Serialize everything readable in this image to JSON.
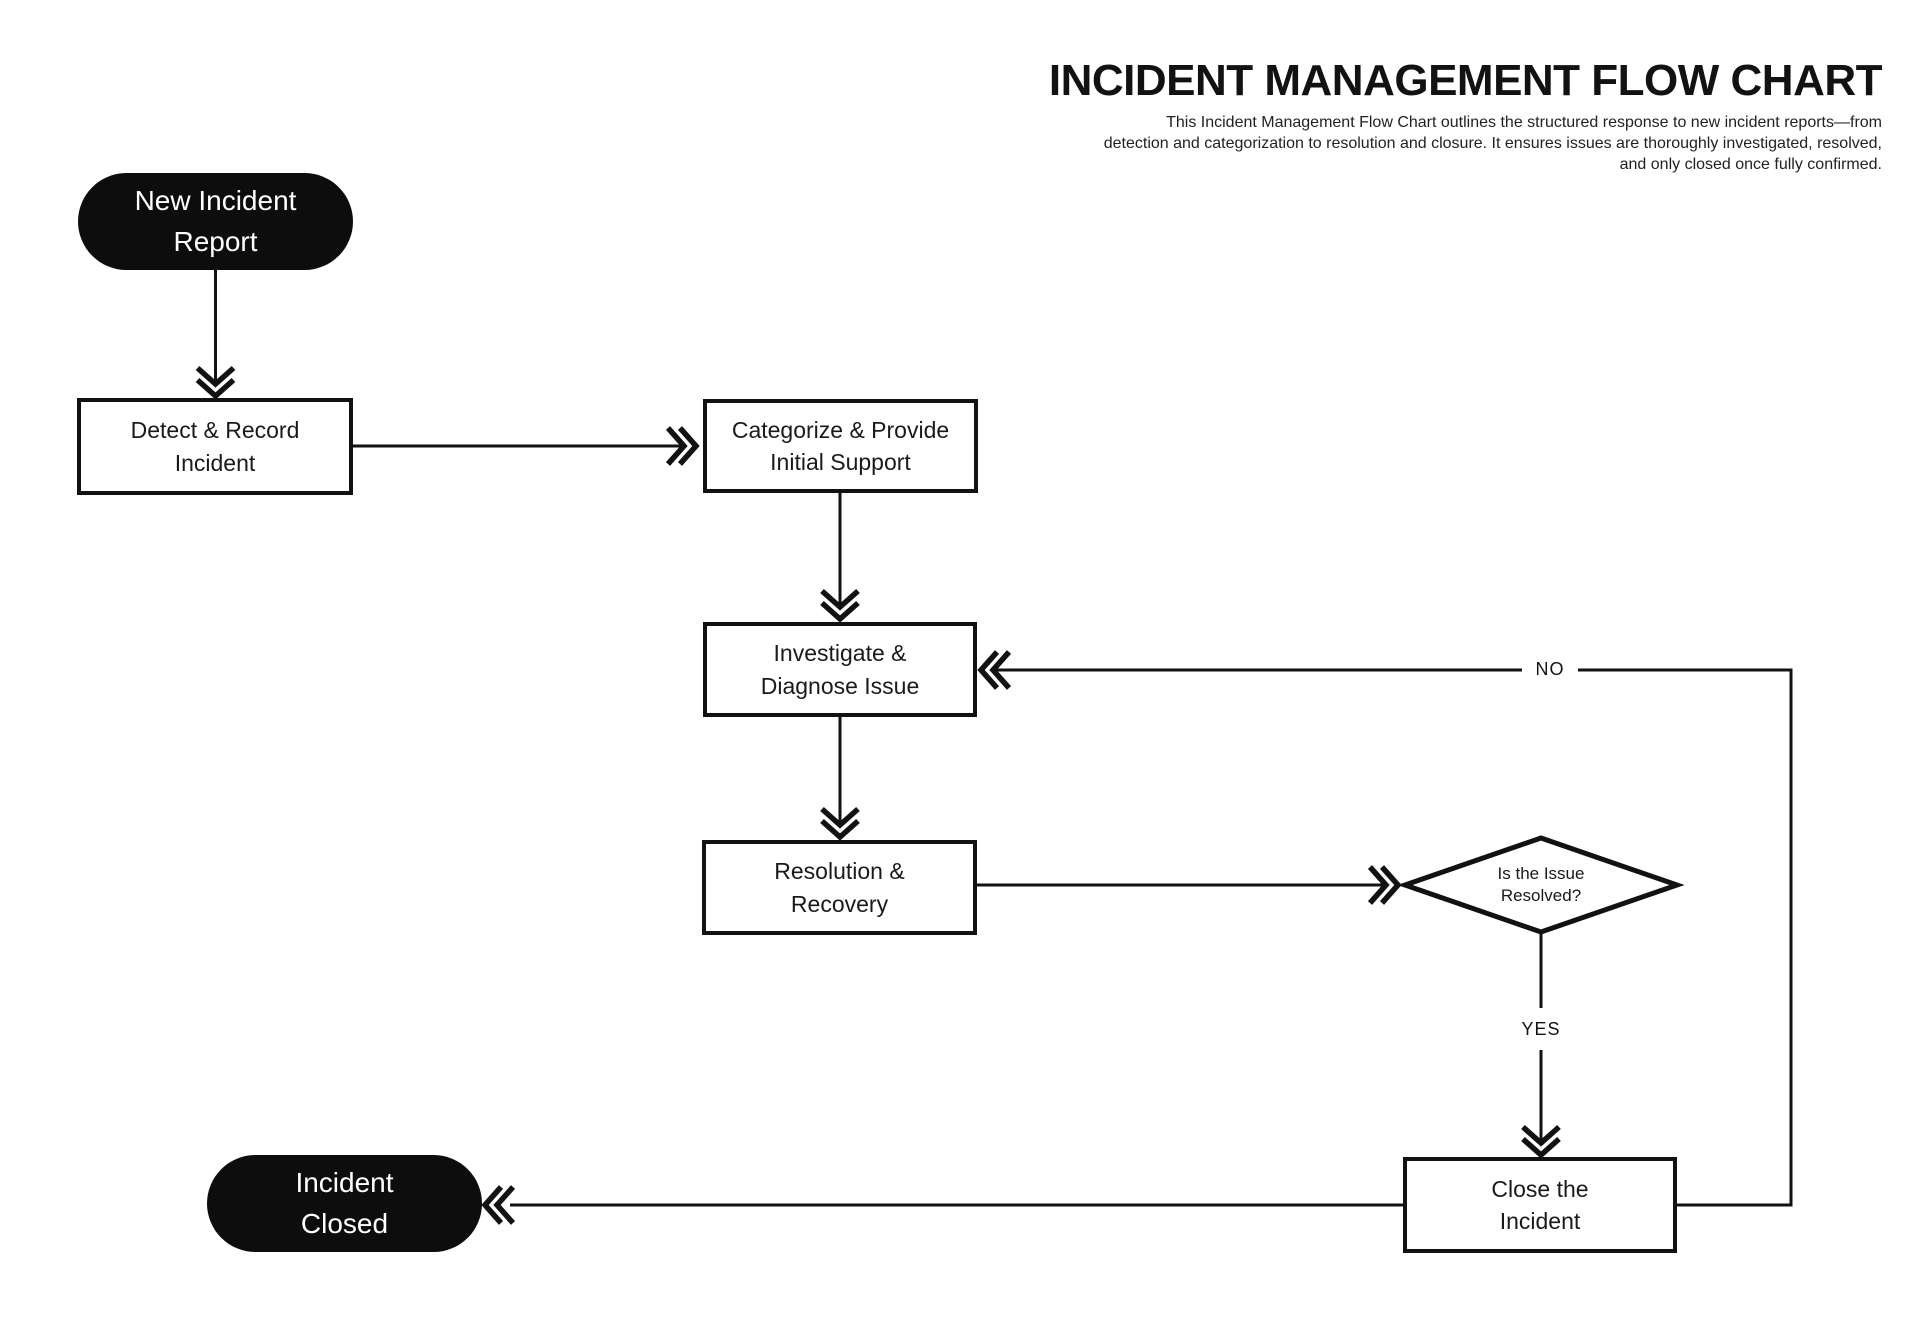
{
  "header": {
    "title": "INCIDENT MANAGEMENT FLOW CHART",
    "subtitle_lines": [
      "This Incident Management Flow Chart outlines the structured response to new incident reports—from",
      "detection and categorization to resolution and closure. It ensures issues are thoroughly investigated, resolved,",
      "and only closed once fully confirmed."
    ]
  },
  "nodes": {
    "start": {
      "type": "terminator",
      "lines": [
        "New Incident",
        "Report"
      ]
    },
    "detect": {
      "type": "process",
      "lines": [
        "Detect & Record",
        "Incident"
      ]
    },
    "categorize": {
      "type": "process",
      "lines": [
        "Categorize & Provide",
        "Initial Support"
      ]
    },
    "investigate": {
      "type": "process",
      "lines": [
        "Investigate &",
        "Diagnose Issue"
      ]
    },
    "resolution": {
      "type": "process",
      "lines": [
        "Resolution &",
        "Recovery"
      ]
    },
    "decision": {
      "type": "decision",
      "lines": [
        "Is the Issue",
        "Resolved?"
      ]
    },
    "close": {
      "type": "process",
      "lines": [
        "Close the",
        "Incident"
      ]
    },
    "end": {
      "type": "terminator",
      "lines": [
        "Incident",
        "Closed"
      ]
    }
  },
  "edges": {
    "no_label": "NO",
    "yes_label": "YES"
  },
  "colors": {
    "background": "#ffffff",
    "stroke": "#121212",
    "process_fill": "#ffffff",
    "terminator_fill": "#0d0d0d",
    "terminator_text": "#ffffff"
  }
}
